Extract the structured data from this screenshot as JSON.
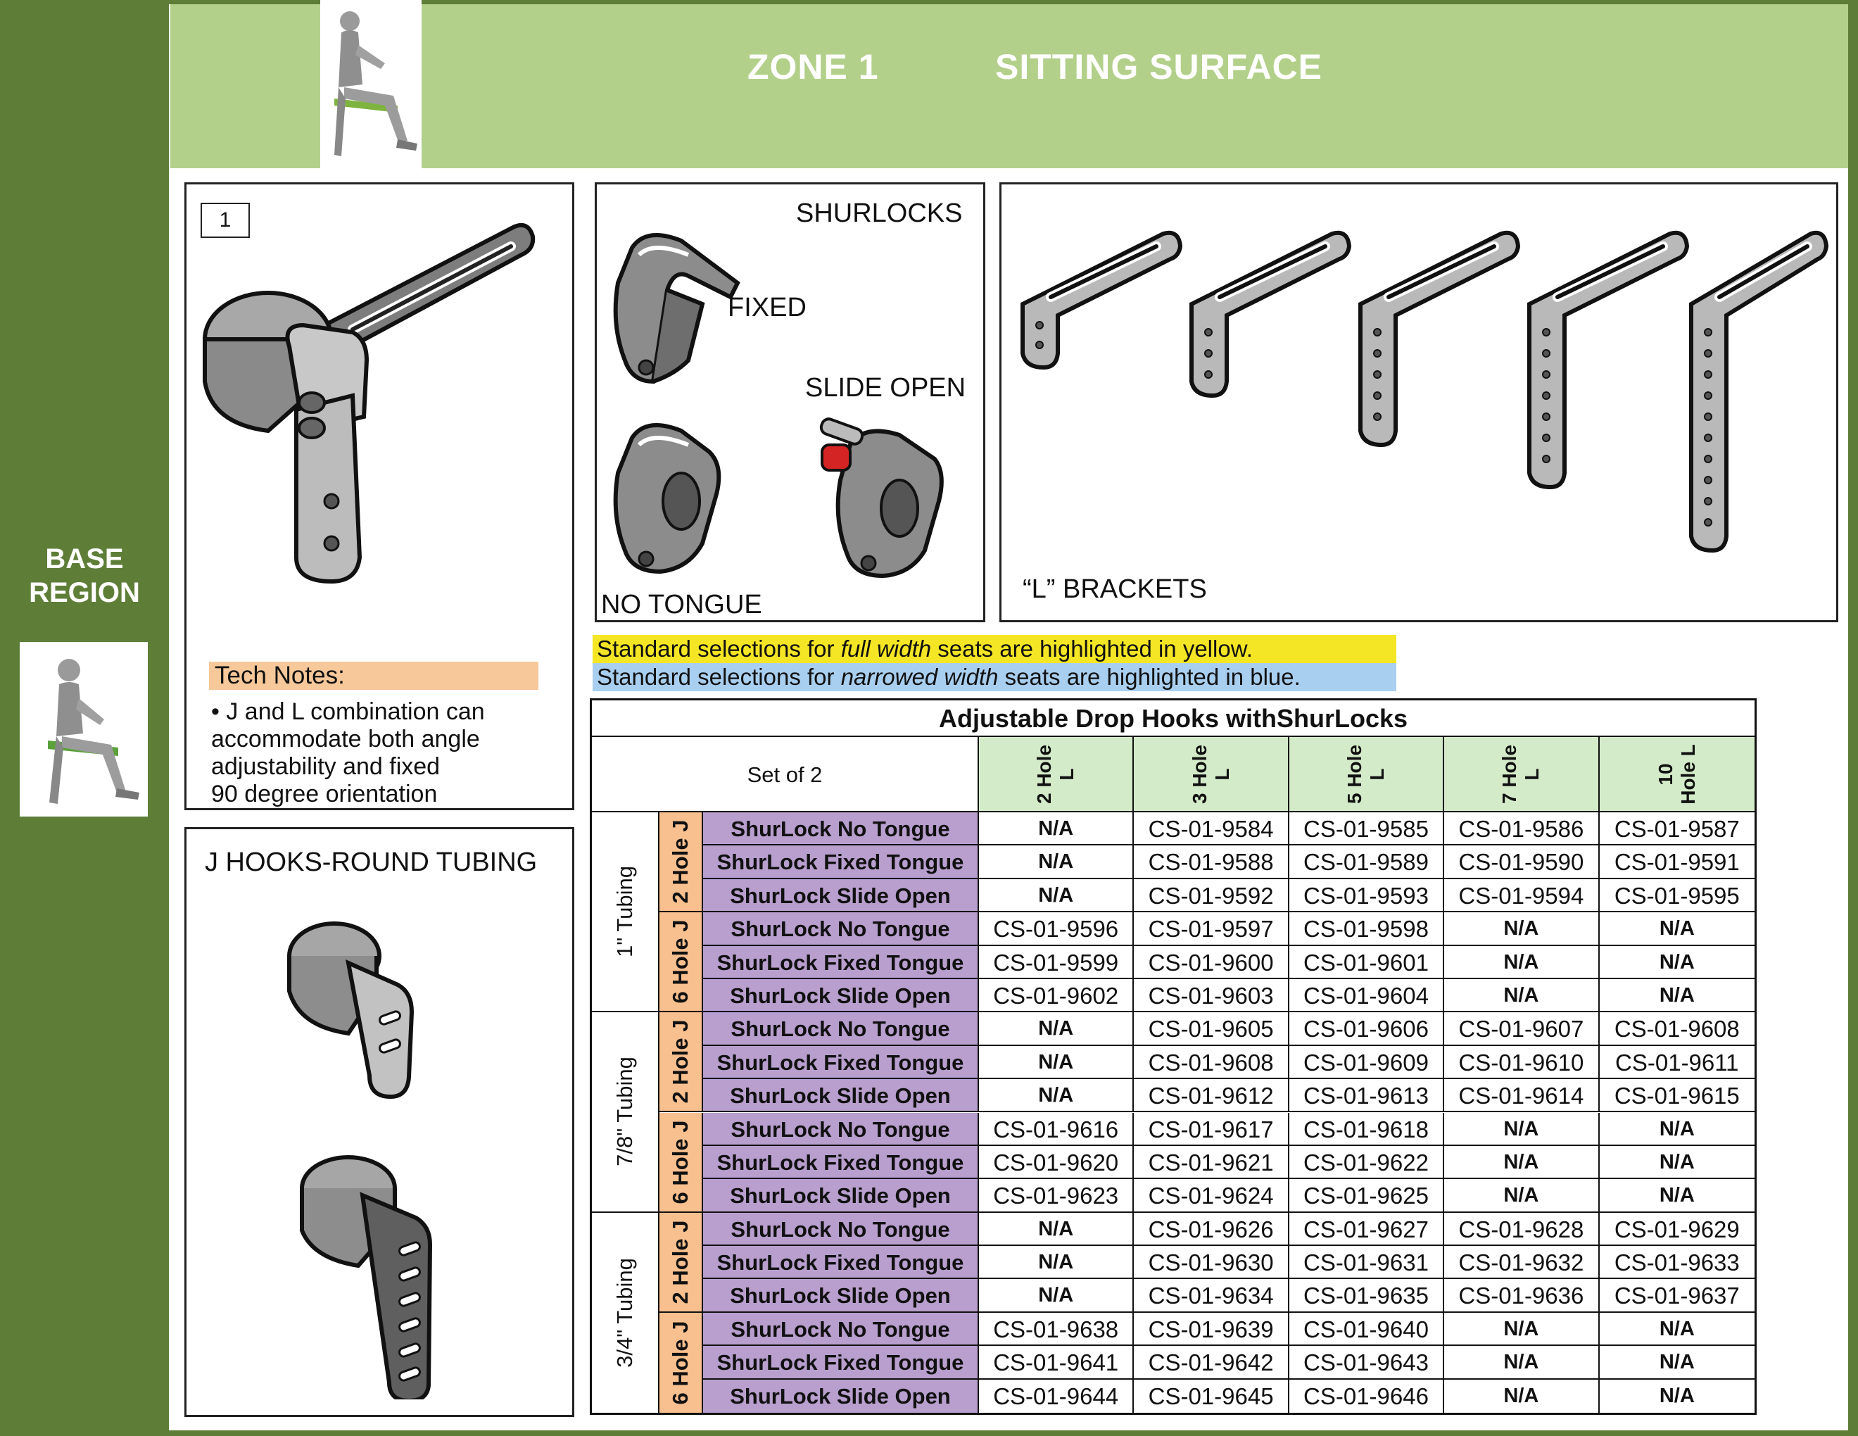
{
  "header": {
    "zone": "ZONE 1",
    "section": "SITTING SURFACE"
  },
  "sidebar": {
    "region_line1": "BASE",
    "region_line2": "REGION"
  },
  "panel_j_l": {
    "number": "1",
    "tech_notes_heading": "Tech Notes:",
    "tech_notes_lines": [
      "• J and L combination can",
      "accommodate both angle",
      "adjustability and fixed",
      "90 degree orientation"
    ]
  },
  "panel_shurlocks": {
    "title": "SHURLOCKS",
    "fixed": "FIXED",
    "slide_open": "SLIDE OPEN",
    "no_tongue": "NO TONGUE"
  },
  "panel_l_brackets": {
    "title": "“L” BRACKETS"
  },
  "panel_j_hooks": {
    "title": "J HOOKS-ROUND TUBING"
  },
  "legend": {
    "yellow_prefix": "Standard selections for ",
    "yellow_em": "full width",
    "yellow_suffix": " seats are highlighted in yellow.",
    "blue_prefix": "Standard selections for ",
    "blue_em": "narrowed width",
    "blue_suffix": " seats are highlighted in blue.",
    "yellow_color": "#f5e625",
    "blue_color": "#a9cff0"
  },
  "table": {
    "title": "Adjustable Drop Hooks withShurLocks",
    "set_label": "Set of 2",
    "columns": [
      {
        "line1": "2 Hole",
        "line2": "L"
      },
      {
        "line1": "3 Hole",
        "line2": "L"
      },
      {
        "line1": "5 Hole",
        "line2": "L"
      },
      {
        "line1": "7 Hole",
        "line2": "L"
      },
      {
        "line1": "10",
        "line2": "Hole L"
      }
    ],
    "tubing": [
      "1\" Tubing",
      "7/8\" Tubing",
      "3/4\" Tubing"
    ],
    "hooks": [
      "2 Hole J",
      "6 Hole J"
    ],
    "options": [
      "ShurLock No Tongue",
      "ShurLock Fixed Tongue",
      "ShurLock Slide Open"
    ],
    "rows": [
      [
        "N/A",
        "CS-01-9584",
        "CS-01-9585",
        "CS-01-9586",
        "CS-01-9587"
      ],
      [
        "N/A",
        "CS-01-9588",
        "CS-01-9589",
        "CS-01-9590",
        "CS-01-9591"
      ],
      [
        "N/A",
        "CS-01-9592",
        "CS-01-9593",
        "CS-01-9594",
        "CS-01-9595"
      ],
      [
        "CS-01-9596",
        "CS-01-9597",
        "CS-01-9598",
        "N/A",
        "N/A"
      ],
      [
        "CS-01-9599",
        "CS-01-9600",
        "CS-01-9601",
        "N/A",
        "N/A"
      ],
      [
        "CS-01-9602",
        "CS-01-9603",
        "CS-01-9604",
        "N/A",
        "N/A"
      ],
      [
        "N/A",
        "CS-01-9605",
        "CS-01-9606",
        "CS-01-9607",
        "CS-01-9608"
      ],
      [
        "N/A",
        "CS-01-9608",
        "CS-01-9609",
        "CS-01-9610",
        "CS-01-9611"
      ],
      [
        "N/A",
        "CS-01-9612",
        "CS-01-9613",
        "CS-01-9614",
        "CS-01-9615"
      ],
      [
        "CS-01-9616",
        "CS-01-9617",
        "CS-01-9618",
        "N/A",
        "N/A"
      ],
      [
        "CS-01-9620",
        "CS-01-9621",
        "CS-01-9622",
        "N/A",
        "N/A"
      ],
      [
        "CS-01-9623",
        "CS-01-9624",
        "CS-01-9625",
        "N/A",
        "N/A"
      ],
      [
        "N/A",
        "CS-01-9626",
        "CS-01-9627",
        "CS-01-9628",
        "CS-01-9629"
      ],
      [
        "N/A",
        "CS-01-9630",
        "CS-01-9631",
        "CS-01-9632",
        "CS-01-9633"
      ],
      [
        "N/A",
        "CS-01-9634",
        "CS-01-9635",
        "CS-01-9636",
        "CS-01-9637"
      ],
      [
        "CS-01-9638",
        "CS-01-9639",
        "CS-01-9640",
        "N/A",
        "N/A"
      ],
      [
        "CS-01-9641",
        "CS-01-9642",
        "CS-01-9643",
        "N/A",
        "N/A"
      ],
      [
        "CS-01-9644",
        "CS-01-9645",
        "CS-01-9646",
        "N/A",
        "N/A"
      ]
    ],
    "colors": {
      "option_bg": "#b89fce",
      "hole_bg": "#f9c08f",
      "column_head_bg": "#d4ebc9"
    }
  },
  "icons": [
    "seated-figure-icon",
    "j-l-bracket-assembly-icon",
    "shurlock-fixed-icon",
    "shurlock-no-tongue-icon",
    "shurlock-slide-open-icon",
    "l-bracket-icon",
    "j-hook-icon"
  ]
}
